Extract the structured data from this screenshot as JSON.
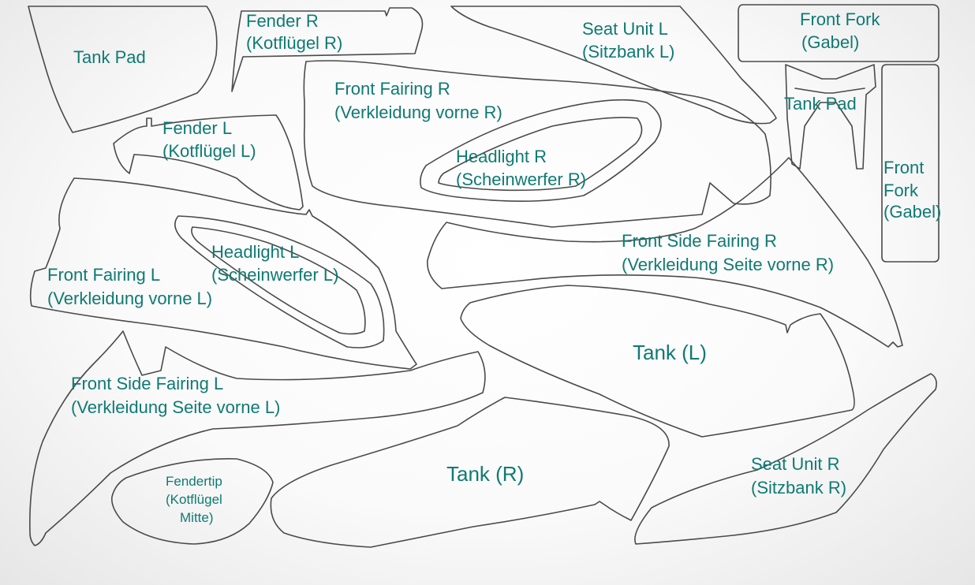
{
  "colors": {
    "label": "#0f7a73",
    "outline": "#4a4a4a",
    "background": "#ffffff"
  },
  "labels": {
    "tank_pad_left": "Tank Pad",
    "fender_r_1": "Fender R",
    "fender_r_2": "(Kotflügel R)",
    "seat_l_1": "Seat Unit L",
    "seat_l_2": "(Sitzbank L)",
    "fork_top_1": "Front Fork",
    "fork_top_2": "(Gabel)",
    "front_fairing_r_1": "Front Fairing R",
    "front_fairing_r_2": "(Verkleidung vorne R)",
    "tank_pad_right": "Tank Pad",
    "fender_l_1": "Fender L",
    "fender_l_2": "(Kotflügel L)",
    "headlight_r_1": "Headlight R",
    "headlight_r_2": "(Scheinwerfer R)",
    "fork_side_1": "Front",
    "fork_side_2": "Fork",
    "fork_side_3": "(Gabel)",
    "headlight_l_1": "Headlight L",
    "headlight_l_2": "(Scheinwerfer L)",
    "front_side_fairing_r_1": "Front Side Fairing R",
    "front_side_fairing_r_2": "(Verkleidung Seite vorne R)",
    "front_fairing_l_1": "Front Fairing L",
    "front_fairing_l_2": "(Verkleidung vorne L)",
    "tank_l": "Tank (L)",
    "front_side_fairing_l_1": "Front Side Fairing L",
    "front_side_fairing_l_2": "(Verkleidung Seite vorne L)",
    "tank_r": "Tank (R)",
    "seat_r_1": "Seat Unit R",
    "seat_r_2": "(Sitzbank R)",
    "fendertip_1": "Fendertip",
    "fendertip_2": "(Kotflügel",
    "fendertip_3": "Mitte)"
  }
}
